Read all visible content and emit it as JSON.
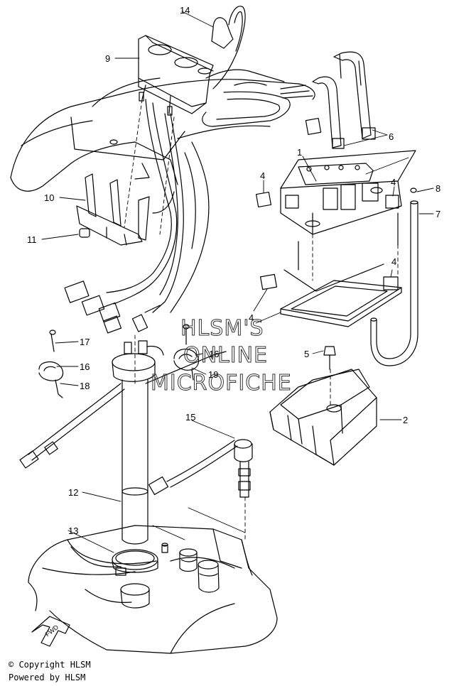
{
  "callouts": [
    {
      "id": "c1",
      "label": "1"
    },
    {
      "id": "c2",
      "label": "2"
    },
    {
      "id": "c4a",
      "label": "4"
    },
    {
      "id": "c4b",
      "label": "4"
    },
    {
      "id": "c4c",
      "label": "4"
    },
    {
      "id": "c4d",
      "label": "4"
    },
    {
      "id": "c5",
      "label": "5"
    },
    {
      "id": "c6",
      "label": "6"
    },
    {
      "id": "c7",
      "label": "7"
    },
    {
      "id": "c8",
      "label": "8"
    },
    {
      "id": "c9",
      "label": "9"
    },
    {
      "id": "c10",
      "label": "10"
    },
    {
      "id": "c11",
      "label": "11"
    },
    {
      "id": "c12",
      "label": "12"
    },
    {
      "id": "c13",
      "label": "13"
    },
    {
      "id": "c14",
      "label": "14"
    },
    {
      "id": "c15",
      "label": "15"
    },
    {
      "id": "c16a",
      "label": "16"
    },
    {
      "id": "c16b",
      "label": "16"
    },
    {
      "id": "c17",
      "label": "17"
    },
    {
      "id": "c18",
      "label": "18"
    },
    {
      "id": "c19",
      "label": "19"
    }
  ],
  "watermark": {
    "line1": "HLSM'S",
    "line2": "ONLINE",
    "line3": "MICROFICHE"
  },
  "fwd_label": "FWD",
  "footer": {
    "copyright": "© Copyright HLSM",
    "powered": "Powered by HLSM"
  }
}
